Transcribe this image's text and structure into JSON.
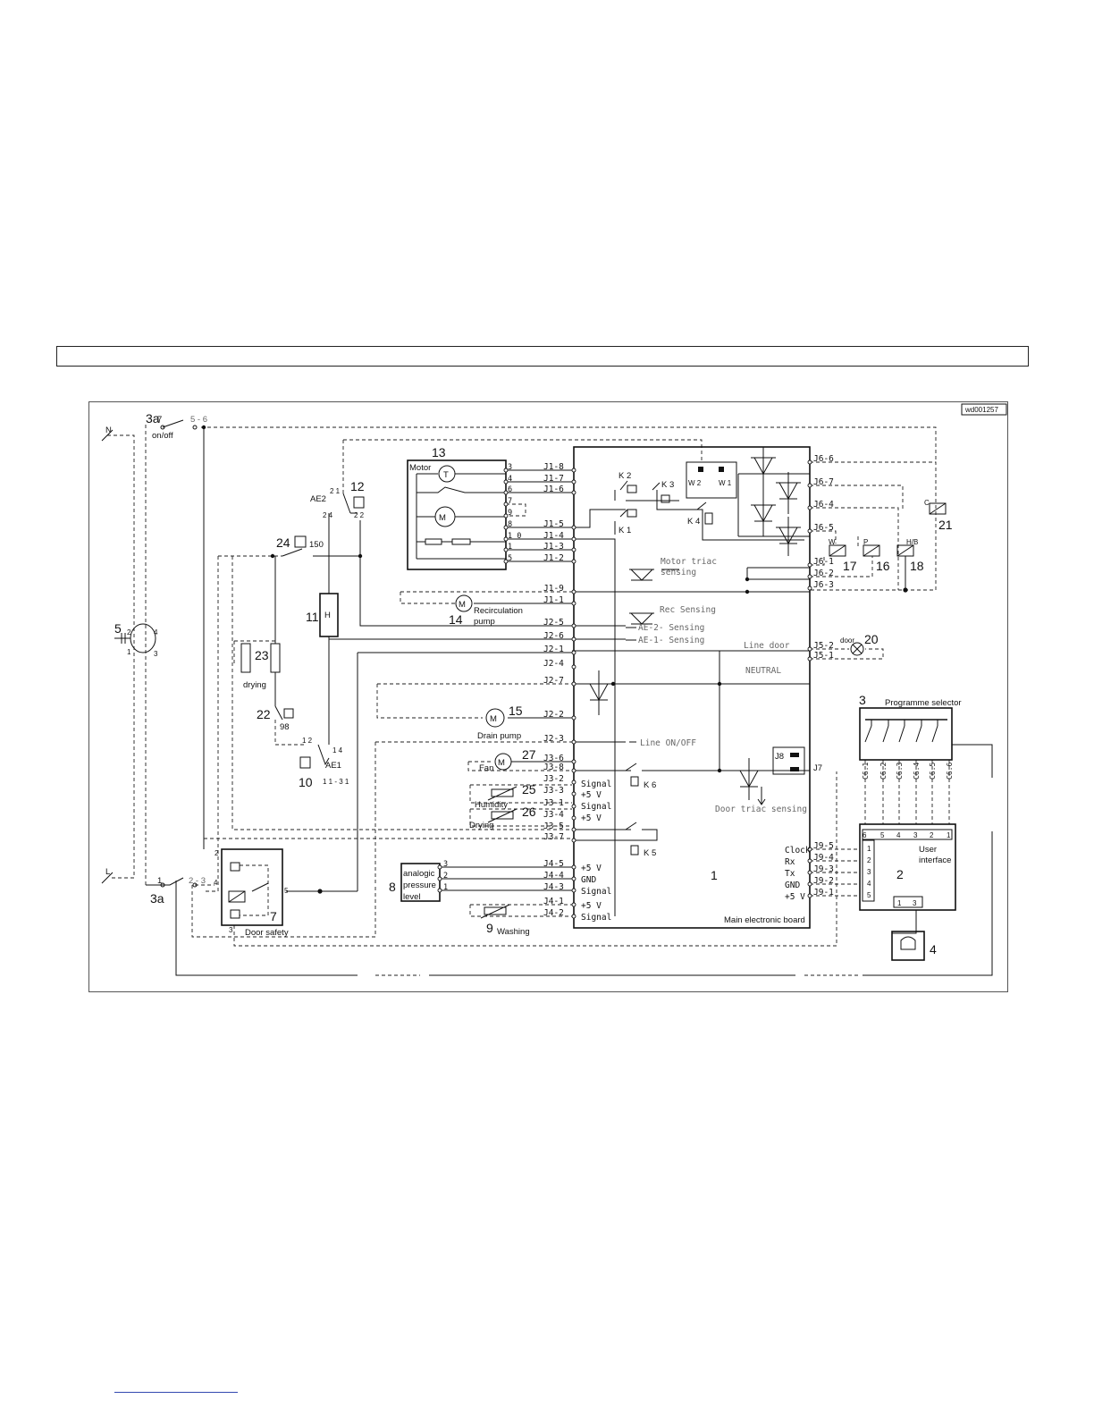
{
  "diagram": {
    "drawing_id": "wd001257",
    "mains": {
      "n": "N",
      "l": "L"
    },
    "components": {
      "c3a_top": "3a",
      "c3a_bottom": "3a",
      "on_off": "on/off",
      "sw_top_pins": "5 - 6",
      "sw_top_pin7": "7",
      "sw_bot_pin1": "1",
      "sw_bot_pins": "2 - 3",
      "c5": "5",
      "c13": "13",
      "motor": "Motor",
      "c12": "12",
      "ae2": "AE2",
      "p21": "2 1",
      "p24": "2 4",
      "p22": "2 2",
      "c24": "24",
      "t150": "150",
      "c11": "11",
      "heater_h": "H",
      "c23": "23",
      "drying_lbl": "drying",
      "c22": "22",
      "t98": "98",
      "c10": "10",
      "ae1": "AE1",
      "p12": "1 2",
      "p14": "1 4",
      "p1131": "1 1 - 3 1",
      "c14": "14",
      "recirc1": "Recirculation",
      "recirc2": "pump",
      "c15": "15",
      "drain": "Drain pump",
      "c27": "27",
      "fan": "Fan",
      "c25": "25",
      "humidity": "Humidity",
      "c26": "26",
      "drying2": "Drying",
      "c8": "8",
      "analogic": "analogic",
      "pressure": "pressure",
      "level": "level",
      "c9": "9",
      "washing": "Washing",
      "c7": "7",
      "door_safety": "Door safety",
      "c1": "1",
      "main_board": "Main electronic board",
      "k1": "K 1",
      "k2": "K 2",
      "k3": "K 3",
      "k4": "K 4",
      "k5": "K 5",
      "k6": "K 6",
      "w1": "W 1",
      "w2": "W 2",
      "c21": "21",
      "c17": "17",
      "c16": "16",
      "c18": "18",
      "v_c": "C",
      "v_w": "W",
      "v_p": "P",
      "v_hb": "H/B",
      "c20": "20",
      "door": "door",
      "c3": "3",
      "prog_sel": "Programme selector",
      "c2": "2",
      "ui1": "User",
      "ui2": "interface",
      "c4": "4"
    },
    "board_labels": {
      "motor_triac1": "Motor triac",
      "motor_triac2": "sensing",
      "rec_sensing": "Rec Sensing",
      "ae2_sensing": "AE-2- Sensing",
      "ae1_sensing": "AE-1- Sensing",
      "line_door": "Line door",
      "neutral": "NEUTRAL",
      "line_onoff": "Line ON/OFF",
      "door_triac": "Door triac sensing",
      "j8": "J8",
      "j7": "J7"
    },
    "motor_pins": [
      "3",
      "4",
      "6",
      "7",
      "9",
      "8",
      "1 0",
      "1",
      "5"
    ],
    "j1": [
      "J1-8",
      "J1-7",
      "J1-6",
      "J1-5",
      "J1-4",
      "J1-3",
      "J1-2",
      "J1-9",
      "J1-1"
    ],
    "j2": [
      "J2-5",
      "J2-6",
      "J2-1",
      "J2-4",
      "J2-7",
      "J2-2",
      "J2-3"
    ],
    "j3": [
      "J3-6",
      "J3-8",
      "J3-2",
      "J3-3",
      "J3-1",
      "J3-4",
      "J3-5",
      "J3-7"
    ],
    "j3_signals": [
      "Signal",
      "+5 V",
      "Signal",
      "+5 V"
    ],
    "j4": [
      "J4-5",
      "J4-4",
      "J4-3",
      "J4-1",
      "J4-2"
    ],
    "j4_signals": [
      "+5 V",
      "GND",
      "Signal",
      "+5 V",
      "Signal"
    ],
    "pressure_pins": [
      "3",
      "2",
      "1"
    ],
    "door_safety_pins": [
      "2",
      "4",
      "5",
      "3"
    ],
    "j6": [
      "J6-6",
      "J6-7",
      "J6-4",
      "J6-5",
      "J6-1",
      "J6-2",
      "J6-3"
    ],
    "j5": [
      "J5-2",
      "J5-1"
    ],
    "j9": [
      "J9-5",
      "J9-4",
      "J9-3",
      "J9-2",
      "J9-1"
    ],
    "j9_signals": [
      "Clock",
      "Rx",
      "Tx",
      "GND",
      "+5 V"
    ],
    "ui_pins_top": [
      "6",
      "5",
      "4",
      "3",
      "2",
      "1"
    ],
    "ui_pins_side": [
      "1",
      "2",
      "3",
      "4",
      "5"
    ],
    "c6": [
      "C6.1",
      "C6.2",
      "C6.3",
      "C6.4",
      "C6.5",
      "C6.6"
    ],
    "conn4_pins": [
      "1",
      "3"
    ],
    "n5_pins": [
      "2",
      "4",
      "1",
      "3"
    ]
  }
}
